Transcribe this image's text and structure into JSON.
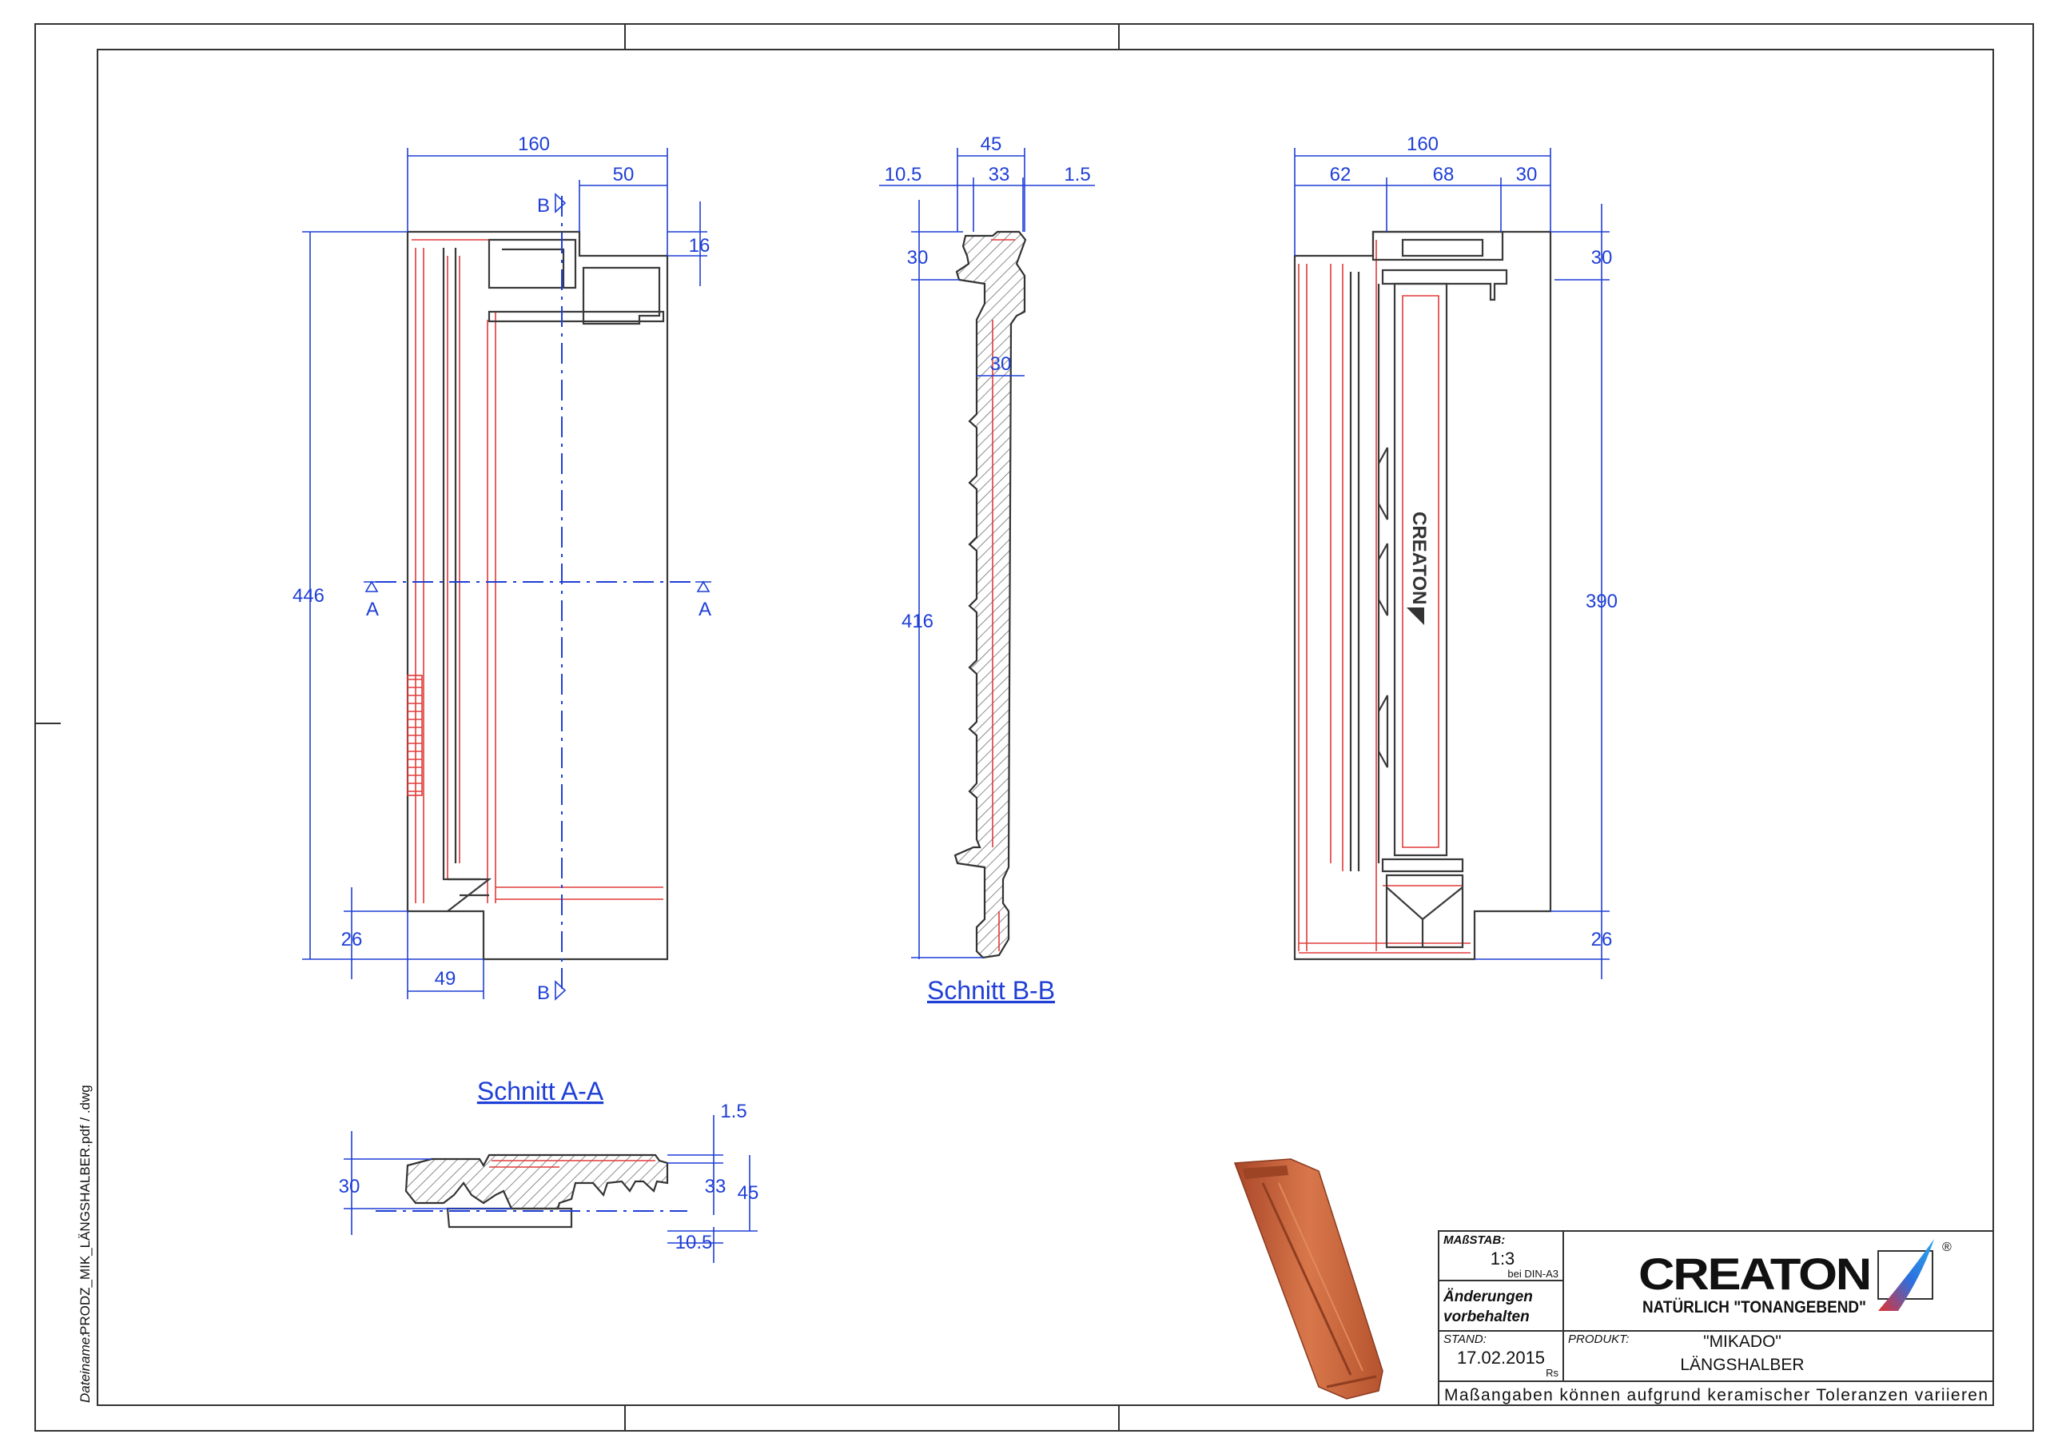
{
  "sheet": {
    "filename_label": "Dateiname:",
    "filename": "PRODZ_MIK_LÄNGSHALBER.pdf / .dwg"
  },
  "views": {
    "front": {
      "dim_width": "160",
      "dim_top_right": "50",
      "dim_notch_height": "16",
      "dim_height": "446",
      "dim_bottom": "26",
      "dim_bottom_width": "49",
      "section_a_left": "A",
      "section_a_right": "A",
      "section_b_top": "B",
      "section_b_bottom": "B"
    },
    "section_bb": {
      "title": "Schnitt B-B",
      "dim_45": "45",
      "dim_10_5": "10.5",
      "dim_33": "33",
      "dim_1_5": "1.5",
      "dim_30_top": "30",
      "dim_30_mid": "30",
      "dim_416": "416"
    },
    "back": {
      "dim_width": "160",
      "dim_62": "62",
      "dim_68": "68",
      "dim_30_w": "30",
      "dim_30_h": "30",
      "dim_390": "390",
      "dim_26": "26",
      "logo_text": "CREATON"
    },
    "section_aa": {
      "title": "Schnitt A-A",
      "dim_1_5": "1.5",
      "dim_30": "30",
      "dim_33": "33",
      "dim_45": "45",
      "dim_10_5": "10.5"
    }
  },
  "title_block": {
    "scale_label": "MAßSTAB:",
    "scale_value": "1:3",
    "scale_note": "bei DIN-A3",
    "changes_line1": "Änderungen",
    "changes_line2": "vorbehalten",
    "date_label": "STAND:",
    "date_value": "17.02.2015",
    "author": "Rs",
    "product_label": "PRODUKT:",
    "product_line1": "\"MIKADO\"",
    "product_line2": "LÄNGSHALBER",
    "brand": "CREATON",
    "registered": "®",
    "tagline": "NATÜRLICH \"TONANGEBEND\"",
    "disclaimer": "Maßangaben können aufgrund keramischer Toleranzen variieren"
  },
  "colors": {
    "dimension": "#1f3fd6",
    "outline": "#3a3a3a",
    "inner_line": "#e23a3a",
    "tile": "#c8643a"
  }
}
